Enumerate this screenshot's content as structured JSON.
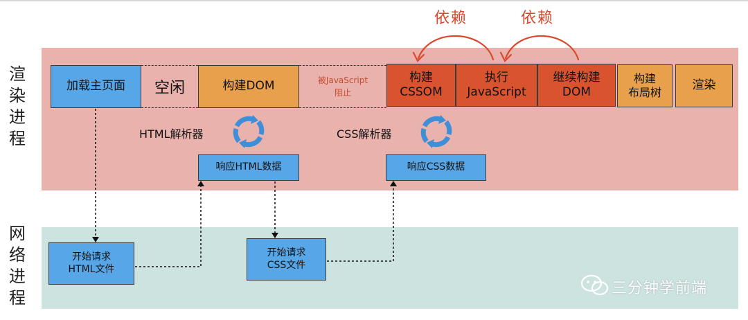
{
  "processes": {
    "render": "渲染进程",
    "network": "网络进程"
  },
  "render_boxes": {
    "load_page": "加载主页面",
    "idle": "空闲",
    "build_dom": "构建DOM",
    "blocked_line1": "被JavaScript",
    "blocked_line2": "阻止",
    "cssom_line1": "构建",
    "cssom_line2": "CSSOM",
    "exec_js_line1": "执行",
    "exec_js_line2": "JavaScript",
    "continue_dom_line1": "继续构建",
    "continue_dom_line2": "DOM",
    "layout_line1": "构建",
    "layout_line2": "布局树",
    "paint": "渲染"
  },
  "dependency_label": "依赖",
  "parsers": {
    "html": "HTML解析器",
    "css": "CSS解析器"
  },
  "responses": {
    "html": "响应HTML数据",
    "css": "响应CSS数据"
  },
  "network_boxes": {
    "html_line1": "开始请求",
    "html_line2": "HTML文件",
    "css_line1": "开始请求",
    "css_line2": "CSS文件"
  },
  "watermark": "三分钟学前端",
  "colors": {
    "render_band": "#e9b2ad",
    "network_band": "#cde3df",
    "box_blue": "#57a7e8",
    "box_orange": "#e8a04c",
    "box_red": "#d9532e",
    "arrow_red": "#d9482d",
    "cycle_blue": "#3f8fd8"
  }
}
